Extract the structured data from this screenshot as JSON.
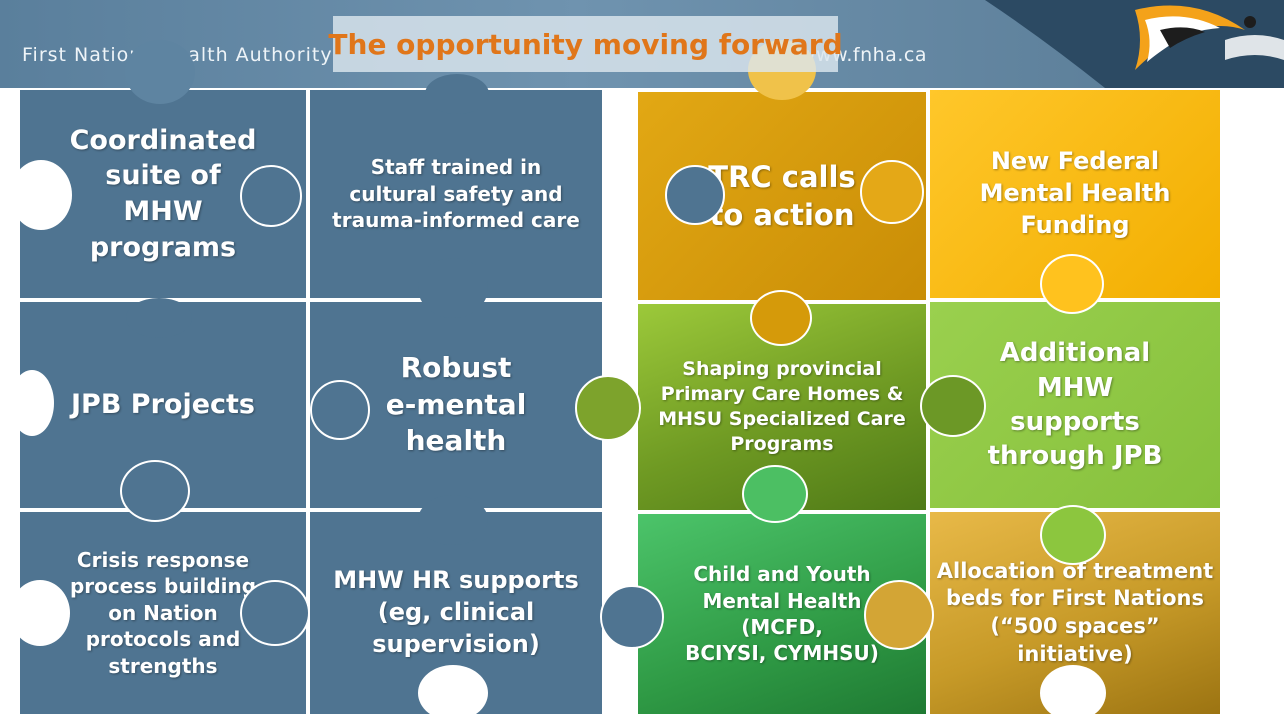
{
  "header": {
    "brand_left": "First Nations Health Authority",
    "brand_right": "www.fnha.ca",
    "title": "The opportunity moving forward",
    "logo_icon": "fnha-logo-icon"
  },
  "colors": {
    "header_blue": "#5a7f9c",
    "title_orange": "#e0761a",
    "piece_blue": "#4f7491",
    "piece_orange": "#dba00f",
    "piece_yellow": "#fbbb10",
    "piece_olive_green": "#6f9a23",
    "piece_light_green": "#8cc63e",
    "piece_green": "#3fae4e",
    "piece_gold": "#c79a28"
  },
  "pieces": {
    "coordinated": "Coordinated\nsuite of\nMHW\nprograms",
    "staff_trained": "Staff trained in\ncultural safety and\ntrauma-informed care",
    "trc": "TRC calls\nto action",
    "federal_funding": "New Federal\nMental Health\nFunding",
    "jpb_projects": "JPB Projects",
    "robust_emental": "Robust\ne-mental\nhealth",
    "shaping_provincial": "Shaping provincial\nPrimary Care Homes &\nMHSU Specialized Care\nPrograms",
    "additional_mhw": "Additional\nMHW\nsupports\nthrough JPB",
    "crisis_response": "Crisis response\nprocess building\non Nation\nprotocols and\nstrengths",
    "mhw_hr": "MHW HR supports\n(eg, clinical\nsupervision)",
    "child_youth": "Child and Youth\nMental Health\n(MCFD,\nBCIYSI, CYMHSU)",
    "allocation_beds": "Allocation of treatment\nbeds for First Nations\n(“500 spaces” initiative)"
  }
}
